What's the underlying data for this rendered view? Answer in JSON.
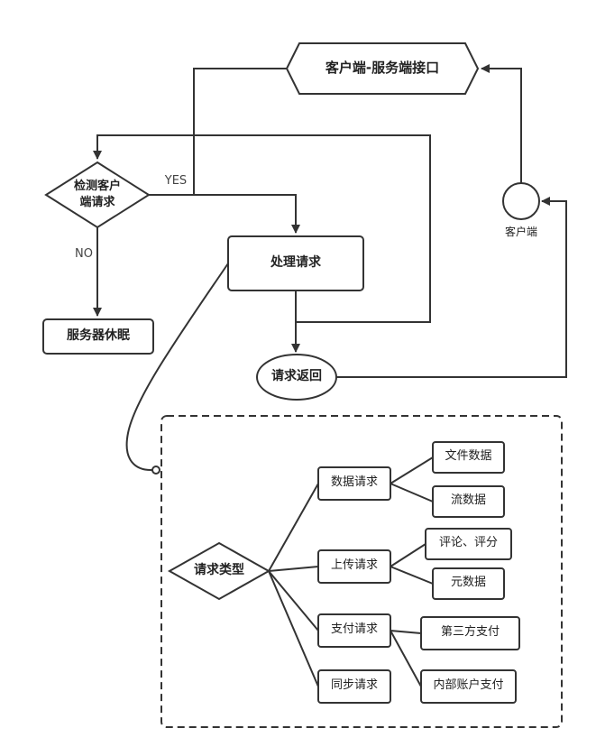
{
  "diagram": {
    "interface": "客户端-服务端接口",
    "detect": [
      "检测客户",
      "端请求"
    ],
    "yes": "YES",
    "no": "NO",
    "process": "处理请求",
    "sleep": "服务器休眠",
    "response": "请求返回",
    "client": "客户端",
    "request_types": {
      "title": "请求类型",
      "data_req": "数据请求",
      "file_data": "文件数据",
      "stream_data": "流数据",
      "upload_req": "上传请求",
      "comment_score": "评论、评分",
      "metadata": "元数据",
      "pay_req": "支付请求",
      "third_party": "第三方支付",
      "internal_account": "内部账户支付",
      "sync_req": "同步请求"
    }
  }
}
